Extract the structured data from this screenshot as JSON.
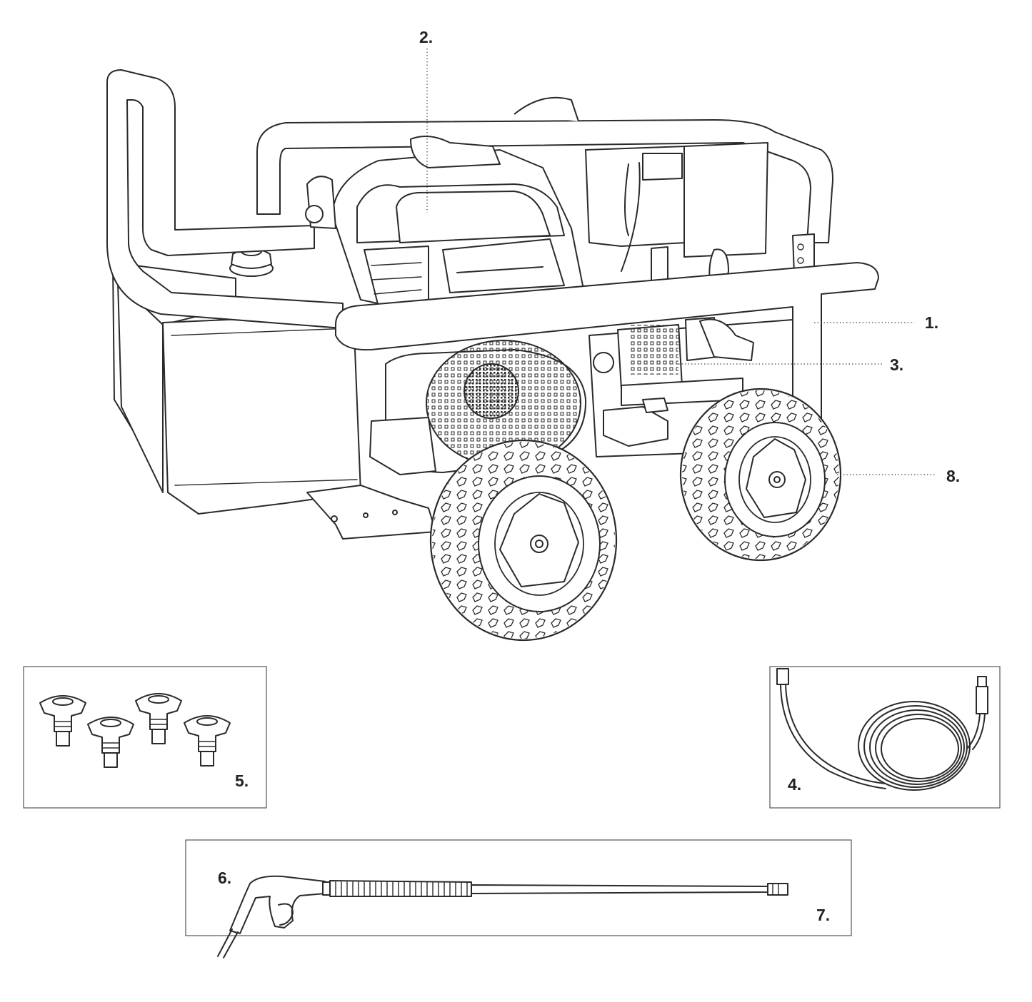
{
  "diagram": {
    "callouts": [
      {
        "id": "1",
        "text": "1."
      },
      {
        "id": "2",
        "text": "2."
      },
      {
        "id": "3",
        "text": "3."
      },
      {
        "id": "4",
        "text": "4."
      },
      {
        "id": "5",
        "text": "5."
      },
      {
        "id": "6",
        "text": "6."
      },
      {
        "id": "7",
        "text": "7."
      },
      {
        "id": "8",
        "text": "8."
      }
    ],
    "colors": {
      "line": "#2a2a2a",
      "background": "#ffffff",
      "label": "#222222"
    }
  }
}
